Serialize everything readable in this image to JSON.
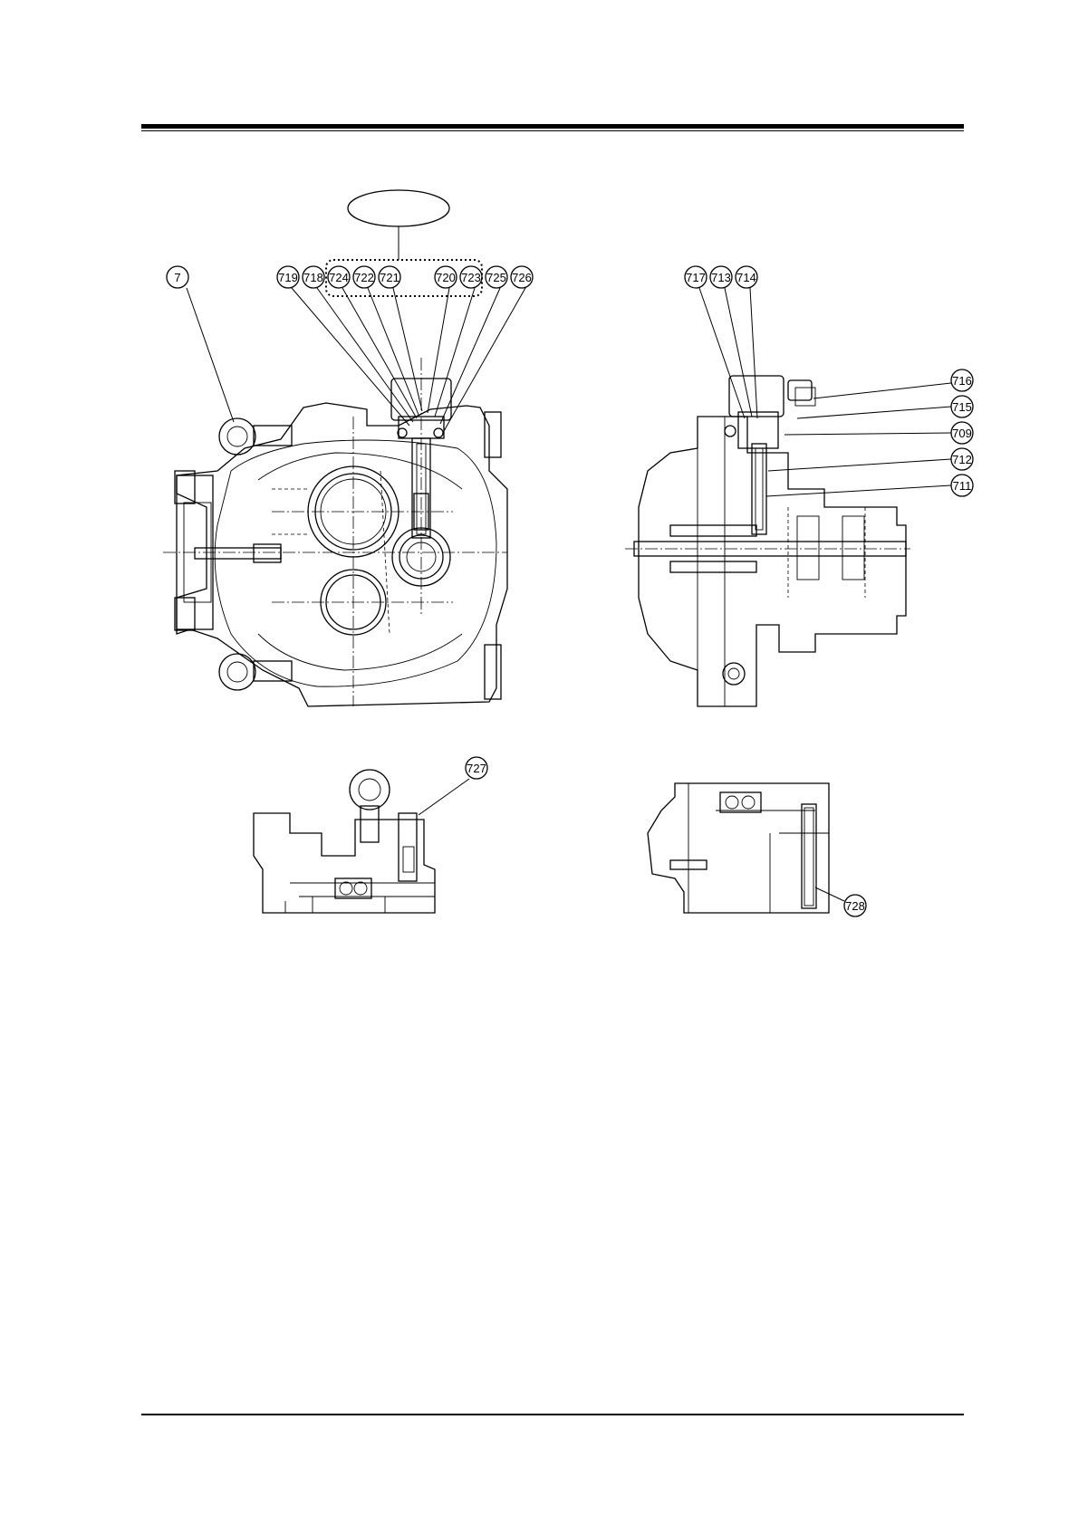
{
  "header": {
    "title": ""
  },
  "group_label": "",
  "callouts": {
    "front_view": [
      "7",
      "719",
      "718",
      "724",
      "722",
      "721",
      "720",
      "723",
      "725",
      "726"
    ],
    "side_view": [
      "717",
      "713",
      "714",
      "716",
      "715",
      "709",
      "712",
      "711"
    ],
    "detail_left": [
      "727"
    ],
    "detail_right": [
      "728"
    ]
  }
}
